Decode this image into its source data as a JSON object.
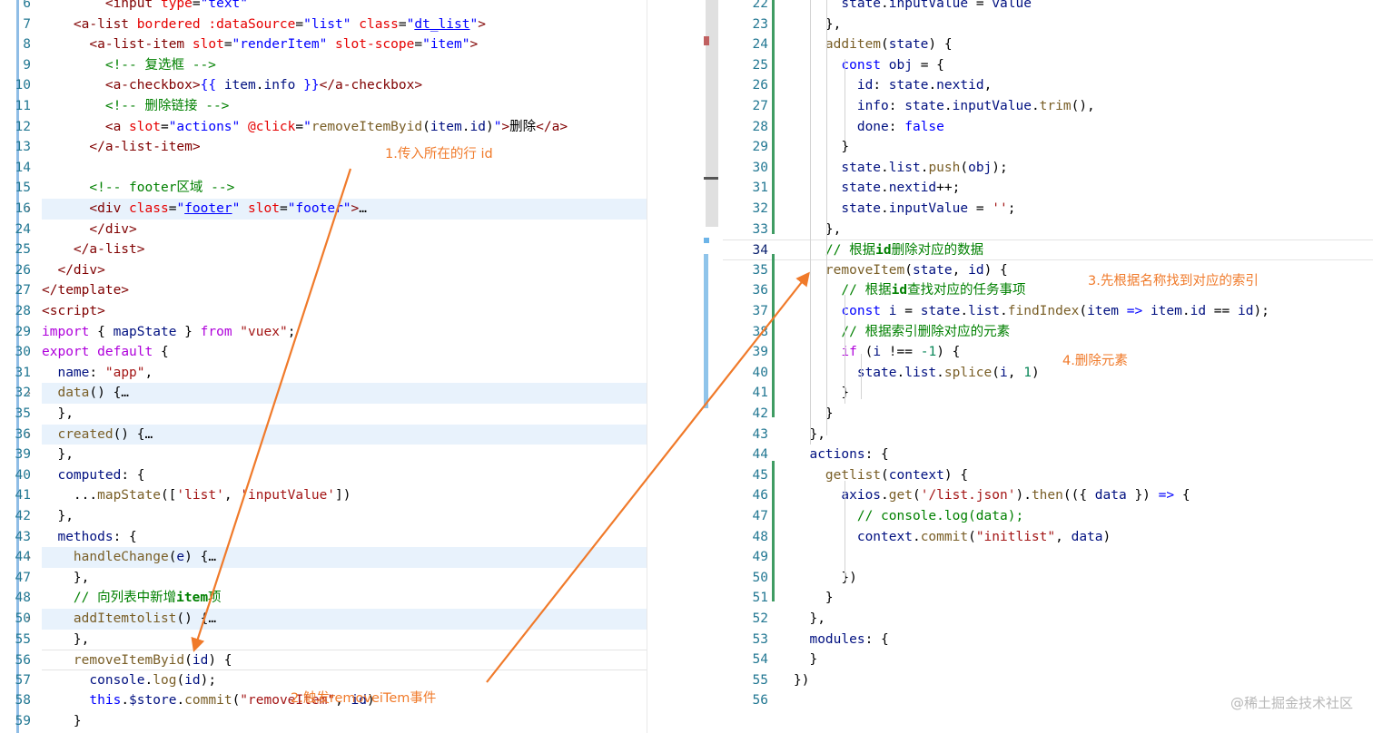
{
  "left_lines": [
    {
      "n": "6",
      "html": "<span class='p'>        </span><span class='t'>&lt;input</span> <span class='a'>type</span>=<span class='s'>\"text\"</span>"
    },
    {
      "n": "7",
      "html": "<span class='p'>    </span><span class='t'>&lt;a-list</span> <span class='a'>bordered</span> <span class='a'>:dataSource</span>=<span class='s'>\"list\"</span> <span class='a'>class</span>=<span class='s'>\"<span class='ul'>dt_list</span>\"</span><span class='t'>&gt;</span>"
    },
    {
      "n": "8",
      "html": "<span class='p'>      </span><span class='t'>&lt;a-list-item</span> <span class='a'>slot</span>=<span class='s'>\"renderItem\"</span> <span class='a'>slot-scope</span>=<span class='s'>\"item\"</span><span class='t'>&gt;</span>"
    },
    {
      "n": "9",
      "html": "<span class='p'>        </span><span class='c'>&lt;!-- 复选框 --&gt;</span>"
    },
    {
      "n": "10",
      "html": "<span class='p'>        </span><span class='t'>&lt;a-checkbox&gt;</span><span class='s'>{{</span> <span class='v'>item</span>.<span class='v'>info</span> <span class='s'>}}</span><span class='t'>&lt;/a-checkbox&gt;</span>"
    },
    {
      "n": "11",
      "html": "<span class='p'>        </span><span class='c'>&lt;!-- 删除链接 --&gt;</span>"
    },
    {
      "n": "12",
      "html": "<span class='p'>        </span><span class='t'>&lt;a</span> <span class='a'>slot</span>=<span class='s'>\"actions\"</span> <span class='a'>@click</span>=<span class='s'>\"</span><span class='f'>removeItemByid</span>(<span class='v'>item</span>.<span class='v'>id</span>)<span class='s'>\"</span><span class='t'>&gt;</span>删除<span class='t'>&lt;/a&gt;</span>"
    },
    {
      "n": "13",
      "html": "<span class='p'>      </span><span class='t'>&lt;/a-list-item&gt;</span>"
    },
    {
      "n": "14",
      "html": ""
    },
    {
      "n": "15",
      "html": "<span class='p'>      </span><span class='c'>&lt;!-- footer区域 --&gt;</span>"
    },
    {
      "n": "16",
      "html": "<span class='p'>      </span><span class='t'>&lt;div</span> <span class='a'>class</span>=<span class='s'>\"<span class='ul'>footer</span>\"</span> <span class='a'>slot</span>=<span class='s'>\"footer\"</span><span class='t'>&gt;</span>…",
      "fold": true
    },
    {
      "n": "24",
      "html": "<span class='p'>      </span><span class='t'>&lt;/div&gt;</span>"
    },
    {
      "n": "25",
      "html": "<span class='p'>    </span><span class='t'>&lt;/a-list&gt;</span>"
    },
    {
      "n": "26",
      "html": "<span class='p'>  </span><span class='t'>&lt;/div&gt;</span>"
    },
    {
      "n": "27",
      "html": "<span class='t'>&lt;/template&gt;</span>"
    },
    {
      "n": "28",
      "html": "<span class='t'>&lt;script&gt;</span>"
    },
    {
      "n": "29",
      "html": "<span class='kk'>import</span> { <span class='v'>mapState</span> } <span class='kk'>from</span> <span class='str'>\"vuex\"</span>;"
    },
    {
      "n": "30",
      "html": "<span class='kk'>export</span> <span class='kk'>default</span> {"
    },
    {
      "n": "31",
      "html": "  <span class='v'>name</span>: <span class='str'>\"app\"</span>,"
    },
    {
      "n": "32",
      "html": "  <span class='f'>data</span>() {…",
      "fold": true
    },
    {
      "n": "35",
      "html": "  },"
    },
    {
      "n": "36",
      "html": "  <span class='f'>created</span>() {…",
      "fold": true
    },
    {
      "n": "39",
      "html": "  },"
    },
    {
      "n": "40",
      "html": "  <span class='v'>computed</span>: {"
    },
    {
      "n": "41",
      "html": "    ...<span class='f'>mapState</span>([<span class='str'>'list'</span>, <span class='str'>'inputValue'</span>])"
    },
    {
      "n": "42",
      "html": "  },"
    },
    {
      "n": "43",
      "html": "  <span class='v'>methods</span>: {"
    },
    {
      "n": "44",
      "html": "    <span class='f'>handleChange</span>(<span class='v'>e</span>) {…",
      "fold": true
    },
    {
      "n": "47",
      "html": "    },"
    },
    {
      "n": "48",
      "html": "    <span class='c'>// 向列表中新增<b>item</b>项</span>"
    },
    {
      "n": "50",
      "html": "    <span class='f'>addItemtolist</span>() {…",
      "fold": true
    },
    {
      "n": "55",
      "html": "    },"
    },
    {
      "n": "56",
      "html": "    <span class='f'>removeItemByid</span>(<span class='v'>id</span>) {",
      "cur": true
    },
    {
      "n": "57",
      "html": "      <span class='v'>console</span>.<span class='f'>log</span>(<span class='v'>id</span>);"
    },
    {
      "n": "58",
      "html": "      <span class='k'>this</span>.<span class='v'>$store</span>.<span class='f'>commit</span>(<span class='str'>\"removeItem\"</span>, <span class='v'>id</span>)"
    },
    {
      "n": "59",
      "html": "    }"
    }
  ],
  "right_lines": [
    {
      "n": "22",
      "html": "      <span class='v'>state</span>.<span class='v'>inputValue</span> = <span class='v'>value</span>"
    },
    {
      "n": "23",
      "html": "    },"
    },
    {
      "n": "24",
      "html": "    <span class='f'>additem</span>(<span class='v'>state</span>) {"
    },
    {
      "n": "25",
      "html": "      <span class='k'>const</span> <span class='v'>obj</span> = {"
    },
    {
      "n": "26",
      "html": "        <span class='v'>id</span>: <span class='v'>state</span>.<span class='v'>nextid</span>,"
    },
    {
      "n": "27",
      "html": "        <span class='v'>info</span>: <span class='v'>state</span>.<span class='v'>inputValue</span>.<span class='f'>trim</span>(),"
    },
    {
      "n": "28",
      "html": "        <span class='v'>done</span>: <span class='k'>false</span>"
    },
    {
      "n": "29",
      "html": "      }"
    },
    {
      "n": "30",
      "html": "      <span class='v'>state</span>.<span class='v'>list</span>.<span class='f'>push</span>(<span class='v'>obj</span>);"
    },
    {
      "n": "31",
      "html": "      <span class='v'>state</span>.<span class='v'>nextid</span>++;"
    },
    {
      "n": "32",
      "html": "      <span class='v'>state</span>.<span class='v'>inputValue</span> = <span class='str'>''</span>;"
    },
    {
      "n": "33",
      "html": "    },"
    },
    {
      "n": "34",
      "html": "    <span class='c'>// 根据<b>id</b>删除对应的数据</span>",
      "active": true,
      "cur": true
    },
    {
      "n": "35",
      "html": "    <span class='f'>removeItem</span>(<span class='v'>state</span>, <span class='v'>id</span>) {"
    },
    {
      "n": "36",
      "html": "      <span class='c'>// 根据<b>id</b>查找对应的任务事项</span>"
    },
    {
      "n": "37",
      "html": "      <span class='k'>const</span> <span class='v'>i</span> = <span class='v'>state</span>.<span class='v'>list</span>.<span class='f'>findIndex</span>(<span class='v'>item</span> <span class='k'>=&gt;</span> <span class='v'>item</span>.<span class='v'>id</span> == <span class='v'>id</span>);"
    },
    {
      "n": "38",
      "html": "      <span class='c'>// 根据索引删除对应的元素</span>"
    },
    {
      "n": "39",
      "html": "      <span class='kk'>if</span> (<span class='v'>i</span> !== <span class='n'>-1</span>) {"
    },
    {
      "n": "40",
      "html": "        <span class='v'>state</span>.<span class='v'>list</span>.<span class='f'>splice</span>(<span class='v'>i</span>, <span class='n'>1</span>)"
    },
    {
      "n": "41",
      "html": "      }"
    },
    {
      "n": "42",
      "html": "    }"
    },
    {
      "n": "43",
      "html": "  },"
    },
    {
      "n": "44",
      "html": "  <span class='v'>actions</span>: {"
    },
    {
      "n": "45",
      "html": "    <span class='f'>getlist</span>(<span class='v'>context</span>) {"
    },
    {
      "n": "46",
      "html": "      <span class='v'>axios</span>.<span class='f'>get</span>(<span class='str'>'/list.json'</span>).<span class='f'>then</span>(({ <span class='v'>data</span> }) <span class='k'>=&gt;</span> {"
    },
    {
      "n": "47",
      "html": "        <span class='c'>// console.log(data);</span>"
    },
    {
      "n": "48",
      "html": "        <span class='v'>context</span>.<span class='f'>commit</span>(<span class='str'>\"initlist\"</span>, <span class='v'>data</span>)"
    },
    {
      "n": "49",
      "html": ""
    },
    {
      "n": "50",
      "html": "      })"
    },
    {
      "n": "51",
      "html": "    }"
    },
    {
      "n": "52",
      "html": "  },"
    },
    {
      "n": "53",
      "html": "  <span class='v'>modules</span>: {"
    },
    {
      "n": "54",
      "html": "  }"
    },
    {
      "n": "55",
      "html": "})"
    },
    {
      "n": "56",
      "html": ""
    }
  ],
  "annotations": {
    "a1": "1.传入所在的行 id",
    "a2": "2.触发removeiTem事件",
    "a3": "3.先根据名称找到对应的索引",
    "a4": "4.删除元素"
  },
  "watermark": "@稀土掘金技术社区",
  "colors": {
    "annotation": "#f07a2a",
    "hover_line": "#e8f2fc",
    "git_modified": "#3f9c63",
    "line_number": "#237893"
  }
}
